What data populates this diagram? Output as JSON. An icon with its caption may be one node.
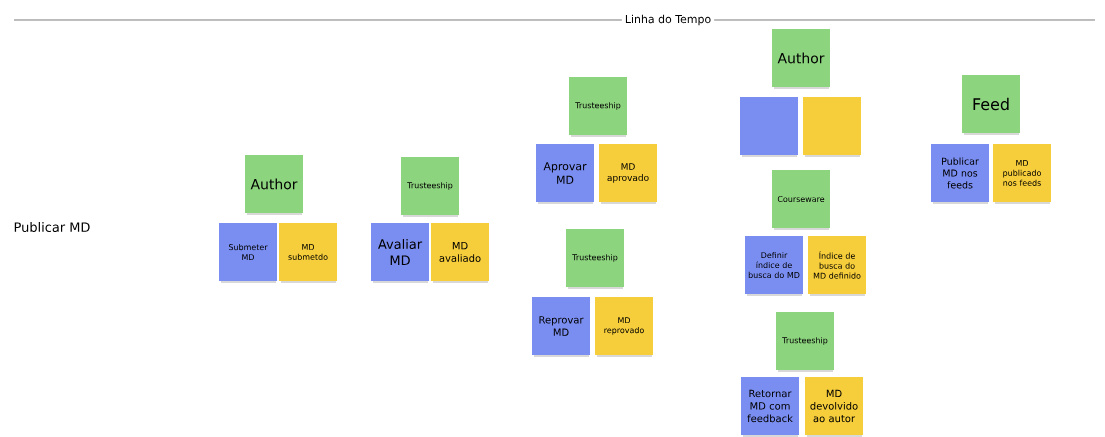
{
  "diagram": {
    "title": "Linha do Tempo",
    "nodes": [
      {
        "text": [
          "Author"
        ]
      },
      {
        "text": [
          "Submeter MD"
        ]
      },
      {
        "text": [
          "MD submetdo"
        ]
      },
      {
        "text": [
          "Trusteeship"
        ]
      },
      {
        "text": [
          "Avaliar MD"
        ]
      },
      {
        "text": [
          "MD avaliado"
        ]
      },
      {
        "text": [
          "Trusteeship"
        ]
      },
      {
        "text": [
          "Aprovar MD"
        ]
      },
      {
        "text": [
          "MD aprovado"
        ]
      },
      {
        "text": [
          "Trusteeship"
        ]
      },
      {
        "text": [
          "Reprovar MD"
        ]
      },
      {
        "text": [
          "MD reprovado"
        ]
      },
      {
        "text": [
          "Author"
        ]
      },
      {
        "text": [],
        "shape": "box"
      },
      {
        "text": [],
        "shape": "box"
      },
      {
        "text": [
          "Courseware"
        ]
      },
      {
        "text": [
          "Definir índice de busca do MD"
        ]
      },
      {
        "text": [
          "Índice de busca do MD definido"
        ]
      },
      {
        "text": [
          "Trusteeship"
        ]
      },
      {
        "text": [
          "Retornar MD com feedback"
        ]
      },
      {
        "text": [
          "MD devolvido ao autor"
        ]
      },
      {
        "text": [
          "Feed"
        ]
      },
      {
        "text": [
          "Publicar MD nos feeds"
        ]
      },
      {
        "text": [
          "MD publicado nos feeds"
        ]
      }
    ],
    "labels": [
      "Publicar MD"
    ]
  }
}
